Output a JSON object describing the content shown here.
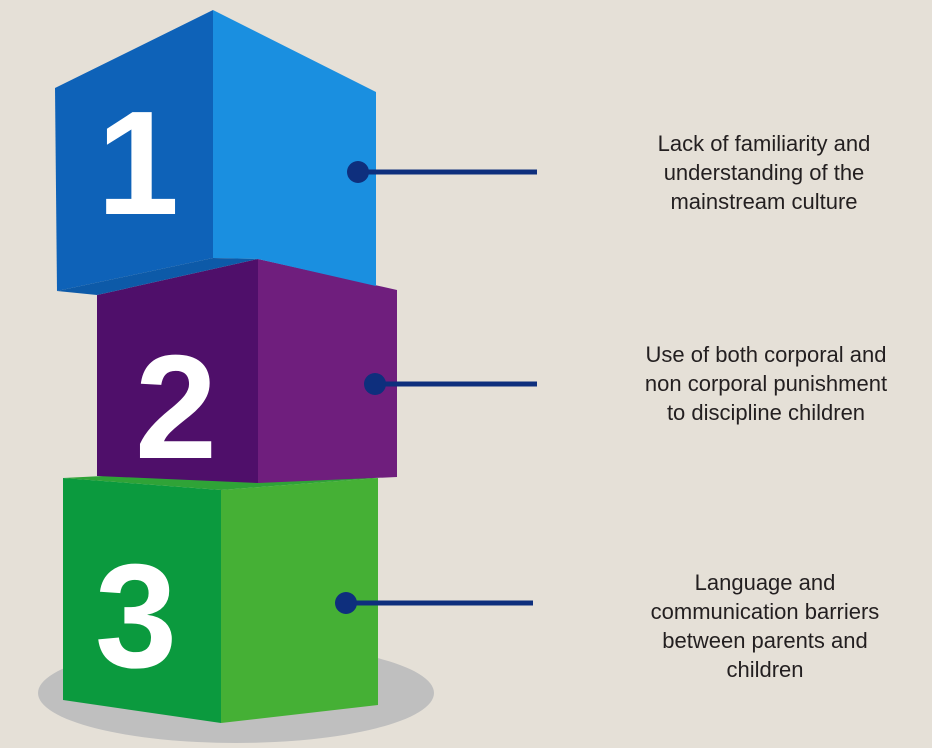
{
  "blocks": [
    {
      "number": "1",
      "front_color": "#0e62b8",
      "side_color": "#1a8fe0",
      "top_color": "#0d5aa8",
      "lines": [
        "Lack of familiarity and",
        "understanding of the",
        "mainstream culture"
      ]
    },
    {
      "number": "2",
      "front_color": "#4f0f6a",
      "side_color": "#6f1e7d",
      "top_color": "#3e0a55",
      "lines": [
        "Use of both corporal and",
        "non corporal punishment",
        "to discipline children"
      ]
    },
    {
      "number": "3",
      "front_color": "#0b9a3e",
      "side_color": "#45b035",
      "top_color": "#2fa337",
      "lines": [
        "Language and",
        "communication barriers",
        "between parents and",
        "children"
      ]
    }
  ],
  "connector_color": "#0e2f7d",
  "shadow_color": "#bfbfbf",
  "background_color": "#e5e0d7"
}
